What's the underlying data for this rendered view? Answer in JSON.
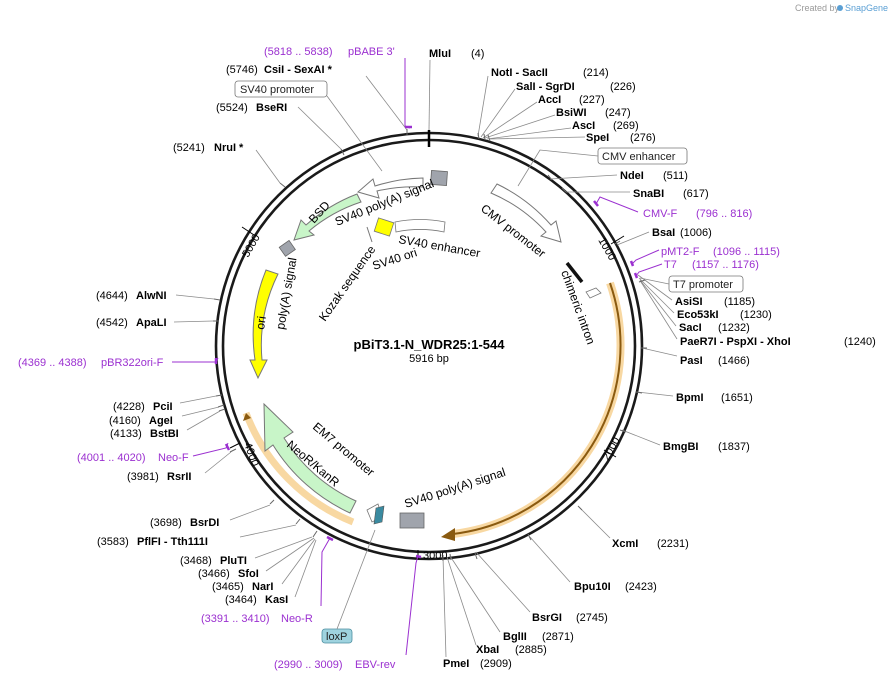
{
  "credit": {
    "text": "Created by",
    "brand": "SnapGene"
  },
  "plasmid": {
    "name": "pBiT3.1-N_WDR25:1-544",
    "size": "5916 bp"
  },
  "ticks": [
    "1000",
    "2000",
    "3000",
    "4000",
    "5000"
  ],
  "sites": [
    {
      "name": "MluI",
      "pos": "(4)"
    },
    {
      "name": "NotI  - SacII",
      "pos": "(214)"
    },
    {
      "name": "SalI  - SgrDI",
      "pos": "(226)"
    },
    {
      "name": "AccI",
      "pos": "(227)"
    },
    {
      "name": "BsiWI",
      "pos": "(247)"
    },
    {
      "name": "AscI",
      "pos": "(269)"
    },
    {
      "name": "SpeI",
      "pos": "(276)"
    },
    {
      "name": "NdeI",
      "pos": "(511)"
    },
    {
      "name": "SnaBI",
      "pos": "(617)"
    },
    {
      "name": "BsaI",
      "pos": "(1006)"
    },
    {
      "name": "AsiSI",
      "pos": "(1185)"
    },
    {
      "name": "Eco53kI",
      "pos": "(1230)"
    },
    {
      "name": "SacI",
      "pos": "(1232)"
    },
    {
      "name": "PaeR7I  - PspXI  - XhoI",
      "pos": "(1240)"
    },
    {
      "name": "PasI",
      "pos": "(1466)"
    },
    {
      "name": "BpmI",
      "pos": "(1651)"
    },
    {
      "name": "BmgBI",
      "pos": "(1837)"
    },
    {
      "name": "XcmI",
      "pos": "(2231)"
    },
    {
      "name": "Bpu10I",
      "pos": "(2423)"
    },
    {
      "name": "BsrGI",
      "pos": "(2745)"
    },
    {
      "name": "BglII",
      "pos": "(2871)"
    },
    {
      "name": "XbaI",
      "pos": "(2885)"
    },
    {
      "name": "PmeI",
      "pos": "(2909)"
    },
    {
      "name": "CsiI  - SexAI *",
      "pos": "(5746)"
    },
    {
      "name": "BseRI",
      "pos": "(5524)"
    },
    {
      "name": "NruI *",
      "pos": "(5241)"
    },
    {
      "name": "AlwNI",
      "pos": "(4644)"
    },
    {
      "name": "ApaLI",
      "pos": "(4542)"
    },
    {
      "name": "PciI",
      "pos": "(4228)"
    },
    {
      "name": "AgeI",
      "pos": "(4160)"
    },
    {
      "name": "BstBI",
      "pos": "(4133)"
    },
    {
      "name": "RsrII",
      "pos": "(3981)"
    },
    {
      "name": "BsrDI",
      "pos": "(3698)"
    },
    {
      "name": "PflFI  - Tth111I",
      "pos": "(3583)"
    },
    {
      "name": "PluTI",
      "pos": "(3468)"
    },
    {
      "name": "SfoI",
      "pos": "(3466)"
    },
    {
      "name": "NarI",
      "pos": "(3465)"
    },
    {
      "name": "KasI",
      "pos": "(3464)"
    }
  ],
  "primers": [
    {
      "range": "(5818 .. 5838)",
      "name": "pBABE 3'"
    },
    {
      "range": "(796 .. 816)",
      "name": "CMV-F"
    },
    {
      "range": "(1096 .. 1115)",
      "name": "pMT2-F"
    },
    {
      "range": "(1157 .. 1176)",
      "name": "T7"
    },
    {
      "range": "(4369 .. 4388)",
      "name": "pBR322ori-F"
    },
    {
      "range": "(4001 .. 4020)",
      "name": "Neo-F"
    },
    {
      "range": "(3391 .. 3410)",
      "name": "Neo-R"
    },
    {
      "range": "(2990 .. 3009)",
      "name": "EBV-rev"
    }
  ],
  "boxed": {
    "sv40_promoter": "SV40 promoter",
    "cmv_enhancer": "CMV enhancer",
    "t7_promoter": "T7 promoter",
    "loxp": "loxP"
  },
  "features": {
    "cmv_promoter": "CMV promoter",
    "chimeric_intron": "chimeric intron",
    "sv40_polya_top": "SV40 poly(A) signal",
    "sv40_enhancer": "SV40 enhancer",
    "sv40_ori": "SV40 ori",
    "kozak": "Kozak sequence",
    "bsd": "BSD",
    "polya": "poly(A) signal",
    "ori": "ori",
    "em7": "EM7 promoter",
    "neokan": "NeoR/KanR",
    "sv40_polya_bottom": "SV40 poly(A) signal"
  },
  "colors": {
    "backbone": "#1a1a1a",
    "primer": "#9b30d0",
    "ori": "#ffff00",
    "marker": "#c8f5c8",
    "promoter": "#ffffff",
    "orf_highlight": "#f5c87a",
    "terminator": "#a0a4ac",
    "loxp": "#9fd3df"
  }
}
